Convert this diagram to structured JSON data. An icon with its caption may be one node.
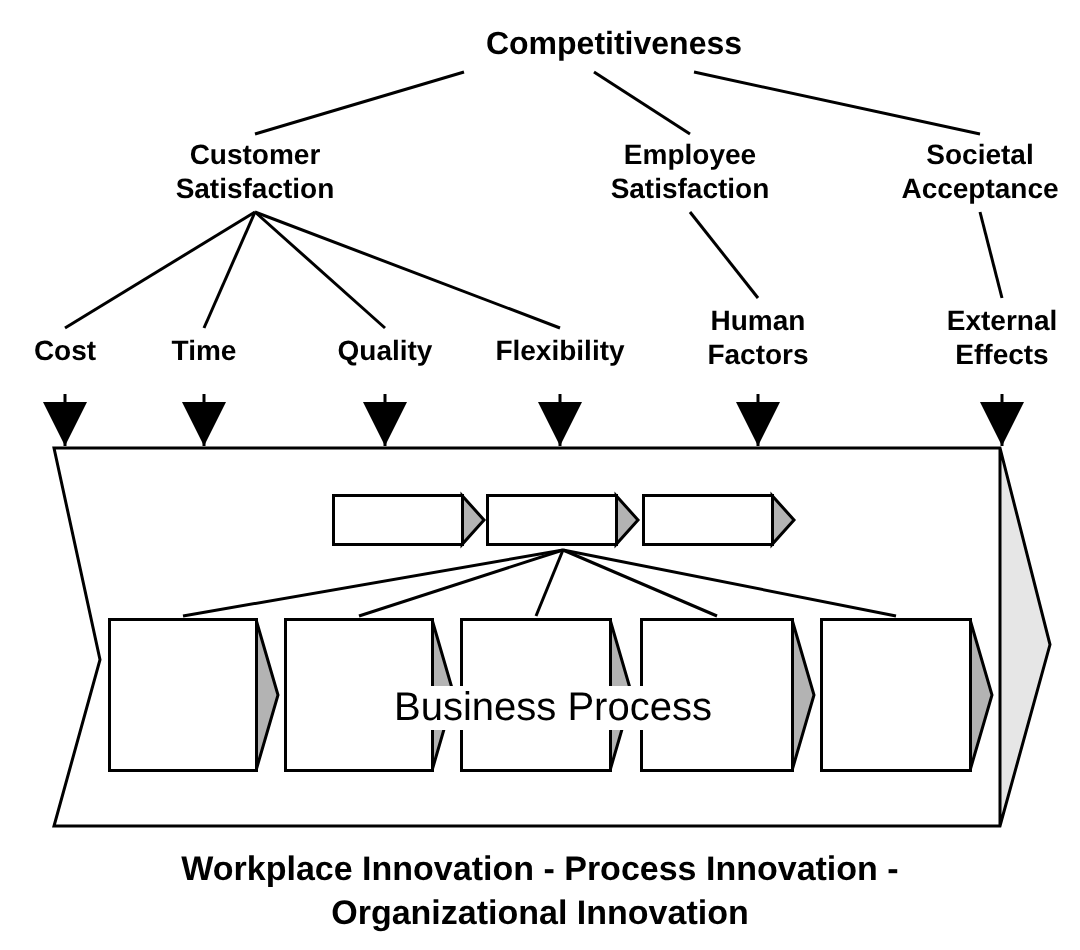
{
  "diagram": {
    "caption": "Workplace Innovation - Process Innovation - Organizational Innovation",
    "nodes": [
      {
        "text": [
          "Competitiveness"
        ]
      },
      {
        "text": [
          "Customer Satisfaction"
        ]
      },
      {
        "text": [
          "Employee Satisfaction"
        ]
      },
      {
        "text": [
          "Societal Acceptance"
        ]
      },
      {
        "text": [
          "Cost"
        ]
      },
      {
        "text": [
          "Time"
        ]
      },
      {
        "text": [
          "Quality"
        ]
      },
      {
        "text": [
          "Flexibility"
        ]
      },
      {
        "text": [
          "Human Factors"
        ]
      },
      {
        "text": [
          "External Effects"
        ]
      },
      {
        "text": [],
        "shape": "chevron"
      },
      {
        "text": [],
        "shape": "box",
        "in": 10
      },
      {
        "text": [],
        "shape": "box",
        "in": 10
      },
      {
        "text": [],
        "shape": "box",
        "in": 10
      },
      {
        "text": [],
        "shape": "box",
        "in": 10
      },
      {
        "text": [],
        "shape": "box",
        "in": 10
      },
      {
        "text": [],
        "shape": "box",
        "in": 10
      },
      {
        "text": [],
        "shape": "box",
        "in": 10
      },
      {
        "text": [],
        "shape": "box",
        "in": 10
      },
      {
        "text": [
          "Business Process"
        ],
        "in": 10
      }
    ],
    "edges": [
      {
        "from": 0,
        "to": 1,
        "arrow": "none"
      },
      {
        "from": 0,
        "to": 2,
        "arrow": "none"
      },
      {
        "from": 0,
        "to": 3,
        "arrow": "none"
      },
      {
        "from": 1,
        "to": 4,
        "arrow": "none"
      },
      {
        "from": 1,
        "to": 5,
        "arrow": "none"
      },
      {
        "from": 1,
        "to": 6,
        "arrow": "none"
      },
      {
        "from": 1,
        "to": 7,
        "arrow": "none"
      },
      {
        "from": 2,
        "to": 8,
        "arrow": "none"
      },
      {
        "from": 3,
        "to": 9,
        "arrow": "none"
      },
      {
        "from": 4,
        "to": 10,
        "arrow": "to"
      },
      {
        "from": 5,
        "to": 10,
        "arrow": "to"
      },
      {
        "from": 6,
        "to": 10,
        "arrow": "to"
      },
      {
        "from": 7,
        "to": 10,
        "arrow": "to"
      },
      {
        "from": 8,
        "to": 10,
        "arrow": "to"
      },
      {
        "from": 9,
        "to": 10,
        "arrow": "to"
      },
      {
        "from": 12,
        "to": 14,
        "arrow": "none"
      },
      {
        "from": 12,
        "to": 15,
        "arrow": "none"
      },
      {
        "from": 12,
        "to": 16,
        "arrow": "none"
      },
      {
        "from": 12,
        "to": 17,
        "arrow": "none"
      },
      {
        "from": 12,
        "to": 18,
        "arrow": "none"
      }
    ]
  }
}
